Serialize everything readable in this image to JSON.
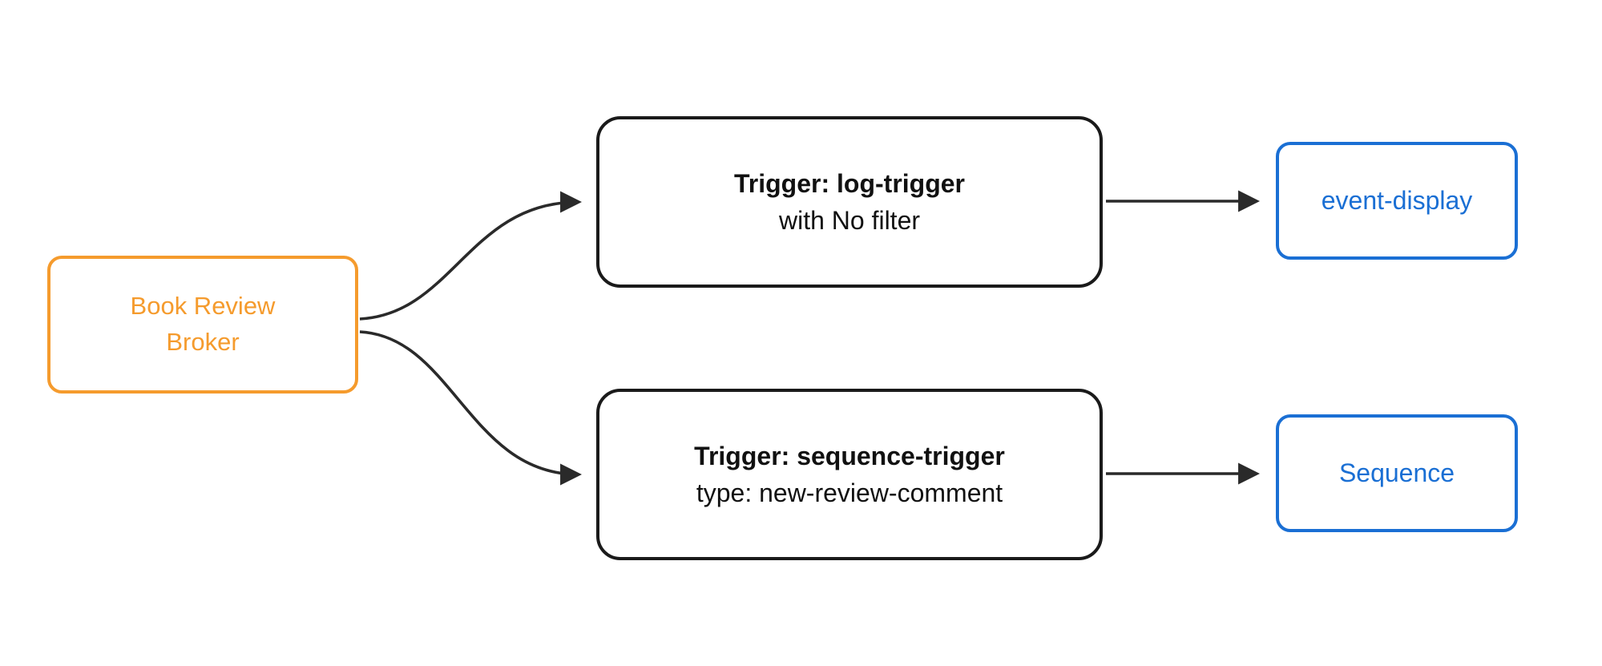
{
  "diagram": {
    "type": "flow-diagram",
    "background_color": "#ffffff",
    "nodes": {
      "broker": {
        "label_line1": "Book Review",
        "label_line2": "Broker",
        "border_color": "#f59b2d",
        "text_color": "#f59b2d",
        "shape": "rounded-rectangle"
      },
      "trigger_log": {
        "title": "Trigger: log-trigger",
        "subtitle": "with No filter",
        "border_color": "#1a1a1a",
        "text_color": "#111111",
        "shape": "rounded-rectangle"
      },
      "trigger_sequence": {
        "title": "Trigger: sequence-trigger",
        "subtitle": "type: new-review-comment",
        "border_color": "#1a1a1a",
        "text_color": "#111111",
        "shape": "rounded-rectangle"
      },
      "event_display": {
        "label": "event-display",
        "border_color": "#1a6fd4",
        "text_color": "#1a6fd4",
        "shape": "rounded-rectangle"
      },
      "sequence": {
        "label": "Sequence",
        "border_color": "#1a6fd4",
        "text_color": "#1a6fd4",
        "shape": "rounded-rectangle"
      }
    },
    "edges": [
      {
        "from": "broker",
        "to": "trigger_log",
        "style": "curved-arrow",
        "color": "#2a2a2a"
      },
      {
        "from": "broker",
        "to": "trigger_sequence",
        "style": "curved-arrow",
        "color": "#2a2a2a"
      },
      {
        "from": "trigger_log",
        "to": "event_display",
        "style": "straight-arrow",
        "color": "#2a2a2a"
      },
      {
        "from": "trigger_sequence",
        "to": "sequence",
        "style": "straight-arrow",
        "color": "#2a2a2a"
      }
    ]
  }
}
